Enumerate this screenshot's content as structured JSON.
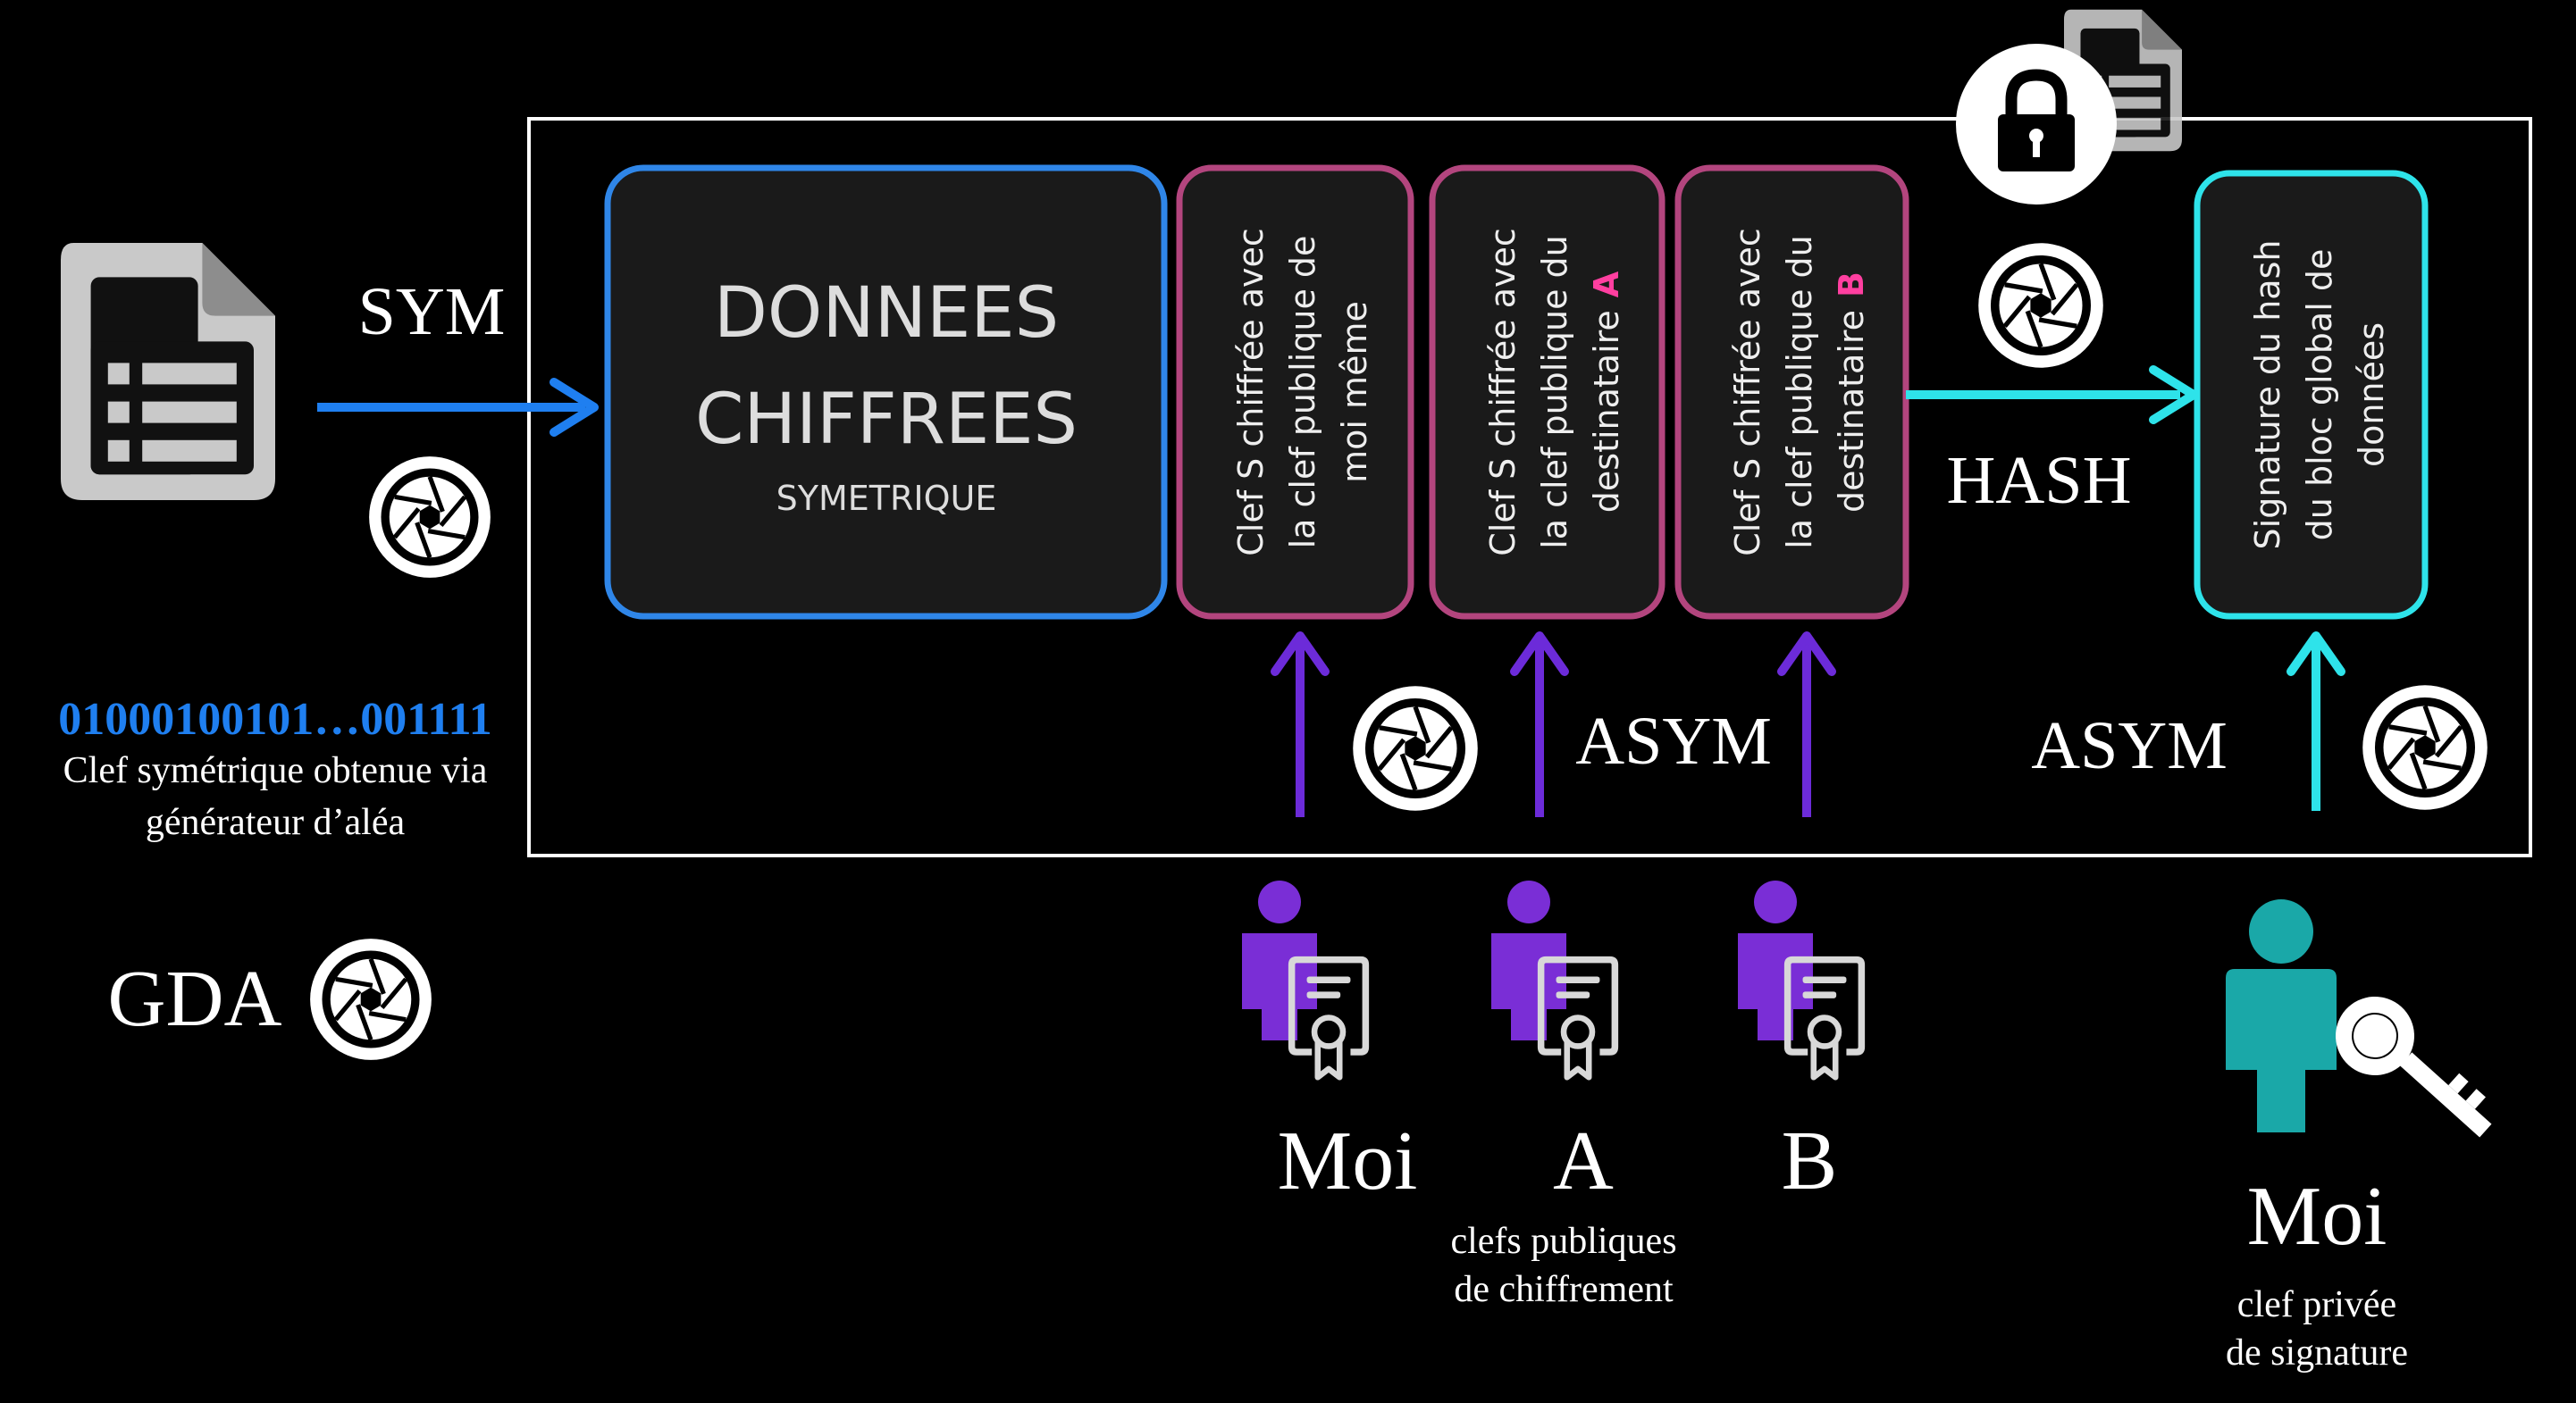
{
  "colors": {
    "background": "#000000",
    "frame": "#ffffff",
    "blue": "#2f86e8",
    "blue_arrow": "#1f7ff0",
    "magenta": "#b3457e",
    "cyan": "#2ee3ea",
    "purple": "#6c2bd9",
    "purple_figure": "#7a2ed6",
    "teal_figure": "#1aa8a8",
    "binary_blue": "#1f7ff0",
    "accent_pink": "#ff3fa0"
  },
  "left": {
    "document_icon": "document-icon",
    "sym_label": "SYM",
    "binary": "01000100101…001111",
    "key_desc_line1": "Clef symétrique obtenue via",
    "key_desc_line2": "générateur d’aléa",
    "gda_label": "GDA"
  },
  "main_box": {
    "title_line1": "DONNEES",
    "title_line2": "CHIFFREES",
    "subtitle": "SYMETRIQUE"
  },
  "key_boxes": [
    {
      "lines": [
        "Clef  S chiffrée avec",
        "la clef publique  de",
        "moi même"
      ],
      "tag": ""
    },
    {
      "lines": [
        "Clef  S chiffrée avec",
        "la clef publique  du",
        "destinataire"
      ],
      "tag": "A"
    },
    {
      "lines": [
        "Clef  S chiffrée avec",
        "la clef publique  du",
        "destinataire"
      ],
      "tag": "B"
    }
  ],
  "signature_box": {
    "lines": [
      "Signature  du hash",
      "du bloc global  de",
      "données"
    ]
  },
  "labels": {
    "hash": "HASH",
    "asym_left": "ASYM",
    "asym_right": "ASYM"
  },
  "recipients": [
    {
      "name": "Moi",
      "icon": "person-certificate-icon"
    },
    {
      "name": "A",
      "icon": "person-certificate-icon"
    },
    {
      "name": "B",
      "icon": "person-certificate-icon"
    }
  ],
  "public_keys_caption": {
    "line1": "clefs publiques",
    "line2": "de chiffrement"
  },
  "signer": {
    "name": "Moi",
    "icon": "person-key-icon",
    "caption_line1": "clef privée",
    "caption_line2": "de signature"
  },
  "badges": {
    "generator_icon": "aperture-icon",
    "lock_icon": "lock-icon"
  }
}
